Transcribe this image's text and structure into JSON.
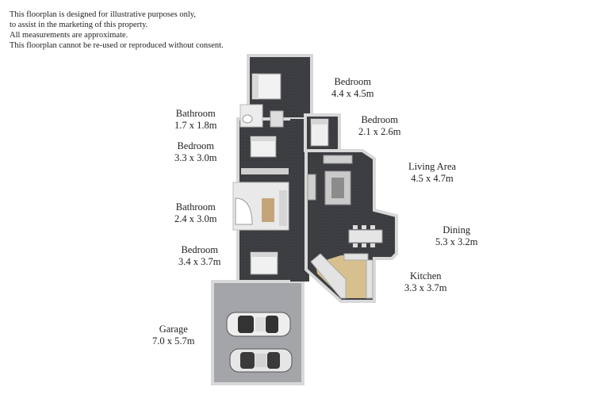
{
  "disclaimer": [
    "This floorplan is designed for illustrative purposes only,",
    "to assist in the marketing of this property.",
    "All measurements are approximate.",
    "This floorplan cannot be re-used or reproduced without consent."
  ],
  "rooms": {
    "bedroom_master": {
      "name": "Bedroom",
      "size": "4.4 x 4.5m"
    },
    "bathroom_small": {
      "name": "Bathroom",
      "size": "1.7 x 1.8m"
    },
    "bedroom_small": {
      "name": "Bedroom",
      "size": "2.1 x 2.6m"
    },
    "bedroom_2": {
      "name": "Bedroom",
      "size": "3.3 x 3.0m"
    },
    "living": {
      "name": "Living Area",
      "size": "4.5 x 4.7m"
    },
    "bathroom_main": {
      "name": "Bathroom",
      "size": "2.4 x 3.0m"
    },
    "dining": {
      "name": "Dining",
      "size": "5.3 x 3.2m"
    },
    "bedroom_3": {
      "name": "Bedroom",
      "size": "3.4 x 3.7m"
    },
    "kitchen": {
      "name": "Kitchen",
      "size": "3.3 x 3.7m"
    },
    "garage": {
      "name": "Garage",
      "size": "7.0 x 5.7m"
    }
  }
}
